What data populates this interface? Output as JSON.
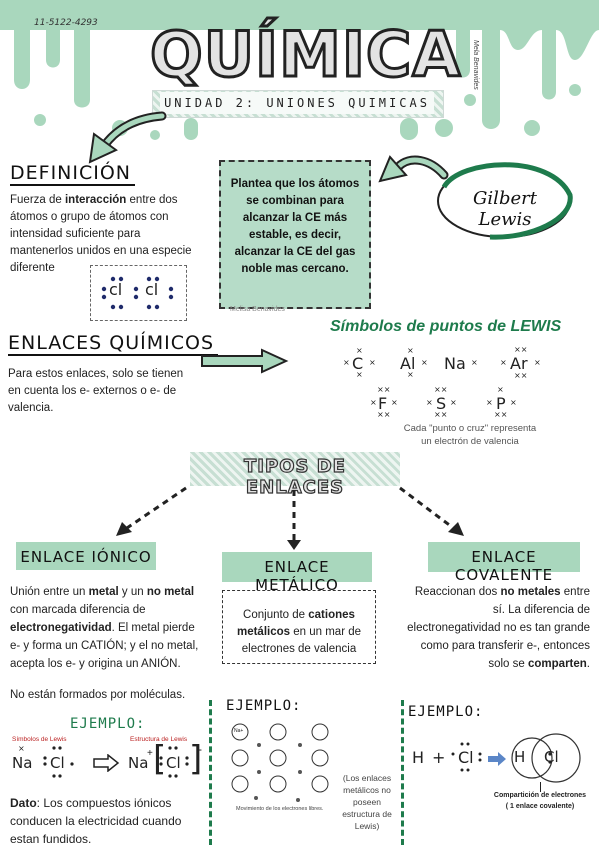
{
  "header": {
    "code": "11-5122-4293",
    "title": "QUÍMICA",
    "subtitle": "UNIDAD 2: UNIONES QUIMICAS",
    "side_author": "Mela Benavides"
  },
  "definicion": {
    "heading": "DEFINICIÓN",
    "text_before": "Fuerza de ",
    "text_bold": "interacción",
    "text_after": " entre dos átomos o grupo de átomos con intensidad suficiente para mantenerlos unidos en una especie diferente",
    "example_formula_a": "cl",
    "example_formula_b": "cl"
  },
  "center_note": {
    "text": "Plantea que los átomos se combinan para alcanzar la CE más estable, es decir, alcanzar la CE del gas noble mas cercano.",
    "credit": "Melisa Benavides"
  },
  "lewis_badge": "Gilbert Lewis",
  "enlaces": {
    "heading": "ENLACES QUÍMICOS",
    "text": "Para estos enlaces, solo se tienen en cuenta los e- externos o e- de valencia."
  },
  "lewis_symbols": {
    "heading": "Símbolos de puntos de LEWIS",
    "symbols": [
      "C",
      "Al",
      "Na",
      "Ar",
      "F",
      "S",
      "P"
    ],
    "note": "Cada \"punto o cruz\" representa un electrón de valencia"
  },
  "tipos": {
    "heading": "TIPOS DE ENLACES"
  },
  "ionico": {
    "heading": "ENLACE IÓNICO",
    "p1_a": "Unión entre un ",
    "p1_b": "metal",
    "p1_c": " y un ",
    "p1_d": "no metal",
    "p1_e": " con marcada diferencia de ",
    "p1_f": "electronegatividad",
    "p1_g": ". El metal pierde e- y forma un CATIÓN; y el no metal, acepta los e- y origina un ANIÓN.",
    "p2": "No están formados por moléculas.",
    "example_head": "EJEMPLO:",
    "ex_label_left": "Símbolos de Lewis",
    "ex_label_right": "Estructura de Lewis",
    "ex_na": "Na",
    "ex_cl": "Cl",
    "ex_na2": "Na",
    "ex_cl2": "Cl",
    "dato_label": "Dato",
    "dato_text": ": Los compuestos iónicos conducen la electricidad cuando estan fundidos."
  },
  "metalico": {
    "heading": "ENLACE METÁLICO",
    "t1": "Conjunto de ",
    "t2": "cationes metálicos",
    "t3": " en un mar de electrones de valencia",
    "example_head": "EJEMPLO:",
    "ion_label": "Na+",
    "move_caption": "Movimiento de los electrones libres.",
    "note": "(Los enlaces metálicos no poseen estructura de Lewis)"
  },
  "covalente": {
    "heading": "ENLACE COVALENTE",
    "t1": "Reaccionan dos ",
    "t2": "no metales",
    "t3": " entre sí. La diferencia de electronegatividad no es tan grande como para transferir e-, entonces solo se ",
    "t4": "comparten",
    "t5": ".",
    "example_head": "EJEMPLO:",
    "h": "H",
    "plus": "+",
    "cl": "Cl",
    "h2": "H",
    "cl2": "Cl",
    "caption1": "Compartición de electrones",
    "caption2": "( 1 enlace covalente)"
  },
  "colors": {
    "mint": "#a9d7bd",
    "mint_dark": "#1e7b4c",
    "ink": "#222222"
  }
}
